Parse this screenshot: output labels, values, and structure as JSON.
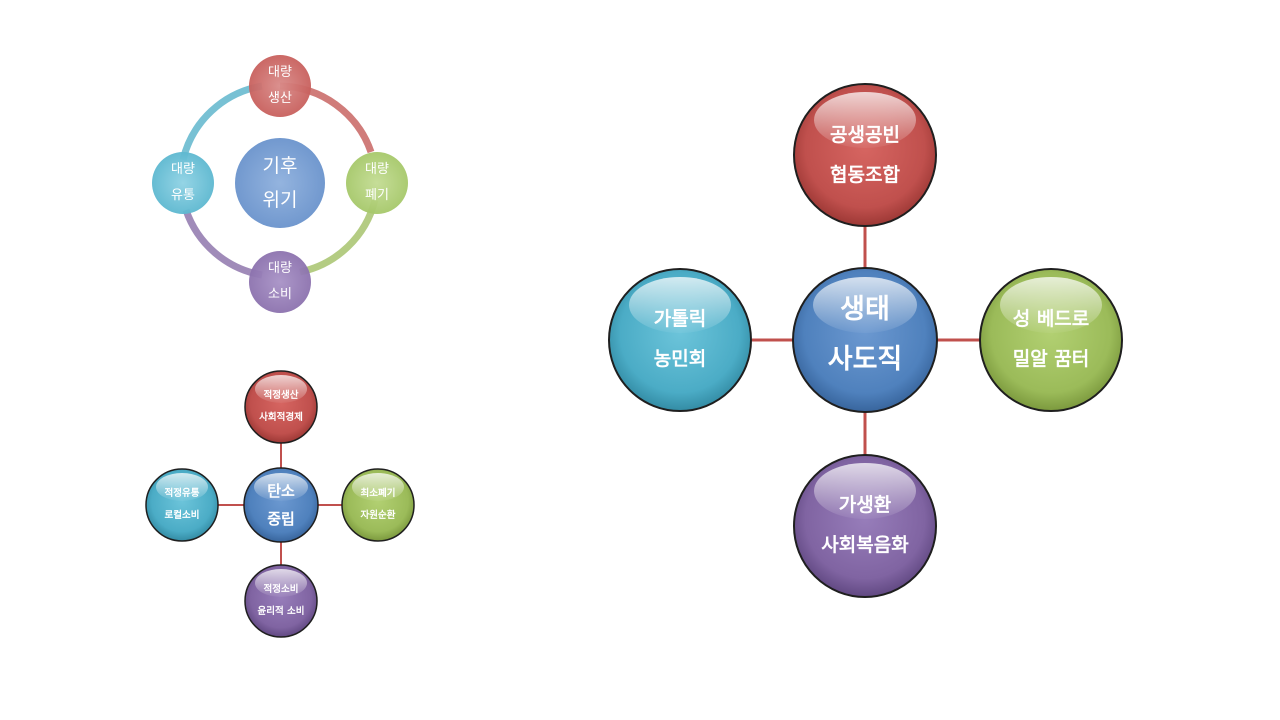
{
  "colors": {
    "red": "#c0504d",
    "green": "#9bbb59",
    "purple": "#8064a2",
    "aqua": "#4bacc6",
    "blue": "#4f81bd",
    "connector": "#c0504d"
  },
  "cycle_diagram": {
    "center": {
      "line1": "기후",
      "line2": "위기"
    },
    "top": {
      "line1": "대량",
      "line2": "생산"
    },
    "right": {
      "line1": "대량",
      "line2": "폐기"
    },
    "bottom": {
      "line1": "대량",
      "line2": "소비"
    },
    "left": {
      "line1": "대량",
      "line2": "유통"
    }
  },
  "small_radial": {
    "center": {
      "line1": "탄소",
      "line2": "중립"
    },
    "top": {
      "line1": "적정생산",
      "line2": "사회적경제"
    },
    "right": {
      "line1": "최소폐기",
      "line2": "자원순환"
    },
    "bottom": {
      "line1": "적정소비",
      "line2": "윤리적 소비"
    },
    "left": {
      "line1": "적정유통",
      "line2": "로컬소비"
    }
  },
  "large_radial": {
    "center": {
      "line1": "생태",
      "line2": "사도직"
    },
    "top": {
      "line1": "공생공빈",
      "line2": "협동조합"
    },
    "right": {
      "line1": "성 베드로",
      "line2": "밀알 꿈터"
    },
    "bottom": {
      "line1": "가생환",
      "line2": "사회복음화"
    },
    "left": {
      "line1": "가톨릭",
      "line2": "농민회"
    }
  }
}
